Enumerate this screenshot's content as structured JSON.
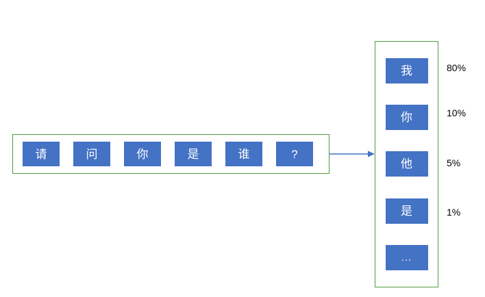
{
  "diagram": {
    "input_sequence": {
      "border_color": "#4f9a3f",
      "token_color": "#4472c4",
      "tokens": [
        {
          "label": "请"
        },
        {
          "label": "问"
        },
        {
          "label": "你"
        },
        {
          "label": "是"
        },
        {
          "label": "谁"
        },
        {
          "label": "?"
        }
      ]
    },
    "arrow": {
      "name": "arrow-right",
      "color": "#4472c4"
    },
    "output_panel": {
      "border_color": "#4f9a3f",
      "candidate_color": "#4472c4",
      "candidates": [
        {
          "label": "我",
          "probability": "80%"
        },
        {
          "label": "你",
          "probability": "10%"
        },
        {
          "label": "他",
          "probability": "5%"
        },
        {
          "label": "是",
          "probability": "1%"
        },
        {
          "label": "...",
          "probability": ""
        }
      ]
    }
  }
}
